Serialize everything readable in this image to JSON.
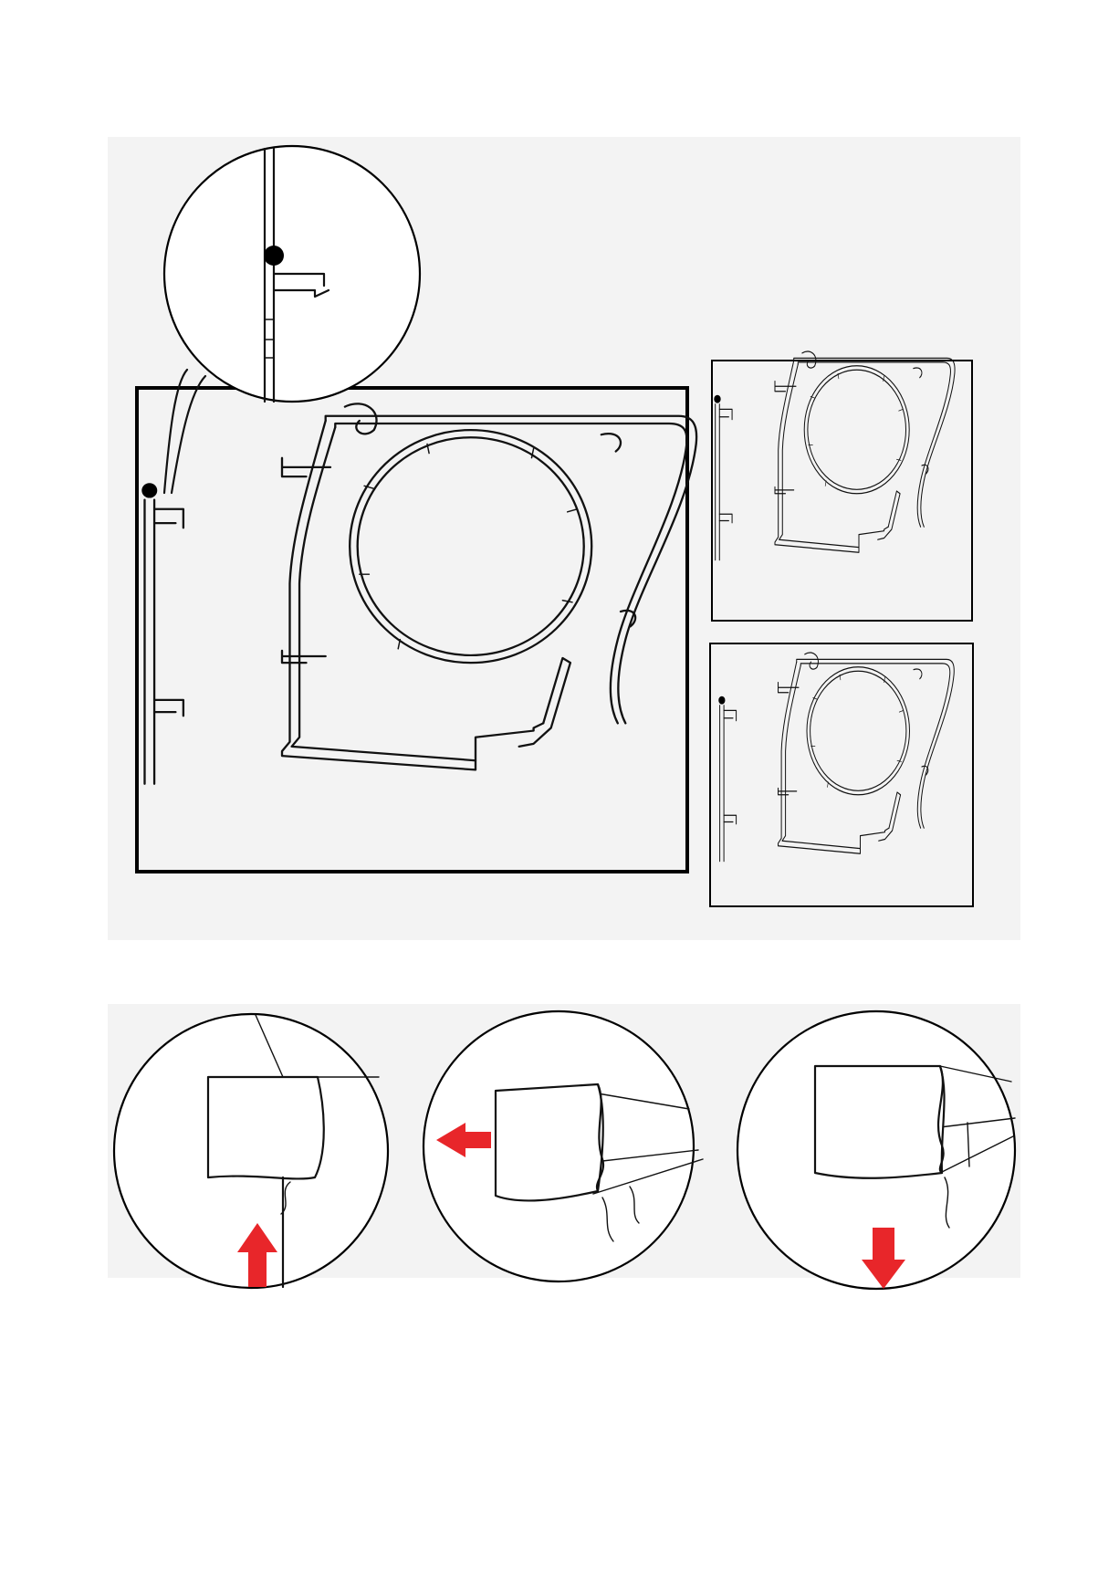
{
  "diagram": {
    "colors": {
      "background": "#ffffff",
      "panel": "#f3f3f3",
      "line": "#111111",
      "arrow": "#e8262a",
      "marker": "#000000"
    },
    "top_panel": {
      "main_view": {
        "icon": "awning-cassette-profile"
      },
      "detail_callout": {
        "icon": "magnifier-callout"
      },
      "side_views": [
        {
          "icon": "cassette-profile-small"
        },
        {
          "icon": "cassette-profile-small"
        }
      ]
    },
    "bottom_panel": {
      "steps": [
        {
          "icon": "cassette-end-cap",
          "arrow": "up-arrow"
        },
        {
          "icon": "cassette-end-cap",
          "arrow": "left-arrow"
        },
        {
          "icon": "cassette-end-cap",
          "arrow": "down-arrow"
        }
      ]
    }
  }
}
